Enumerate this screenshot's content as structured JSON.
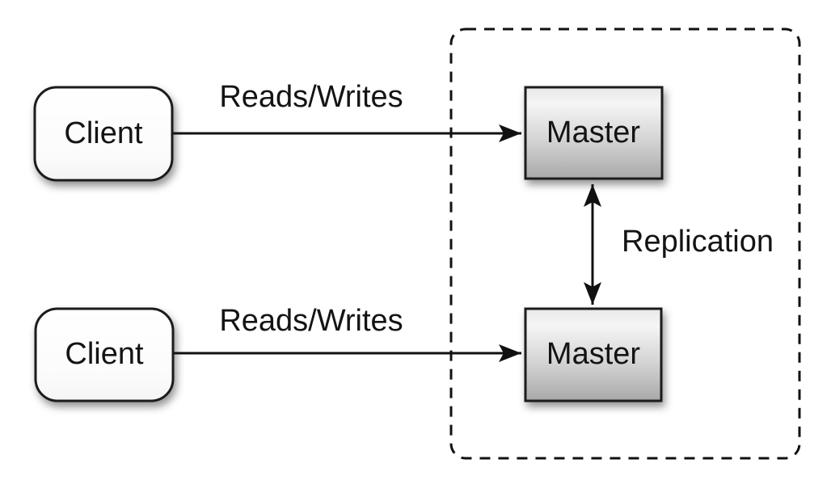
{
  "diagram": {
    "type": "master-master-replication-architecture",
    "clients": [
      {
        "label": "Client"
      },
      {
        "label": "Client"
      }
    ],
    "masters": [
      {
        "label": "Master"
      },
      {
        "label": "Master"
      }
    ],
    "edges": {
      "reads_writes_top": "Reads/Writes",
      "reads_writes_bottom": "Reads/Writes",
      "replication": "Replication"
    },
    "colors": {
      "background": "#ffffff",
      "line": "#111111",
      "text": "#141414",
      "client_fill_top": "#ffffff",
      "client_fill_bottom": "#f4f4f4",
      "master_fill_top": "#e8e8e8",
      "master_fill_mid": "#f5f5f5",
      "master_fill_bottom": "#a8a8a8",
      "node_border": "#1a1a1a"
    }
  }
}
